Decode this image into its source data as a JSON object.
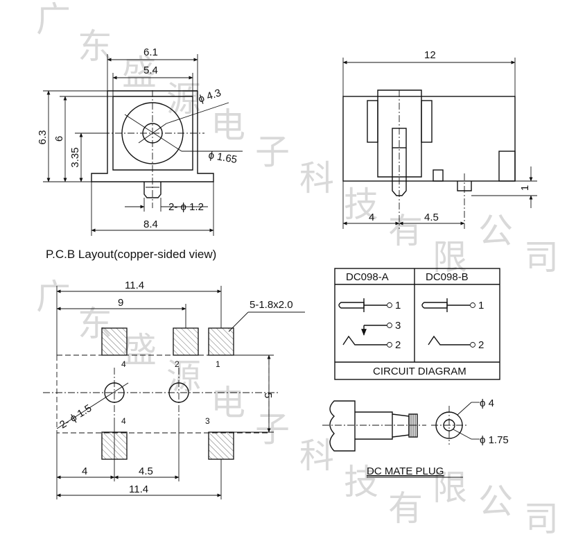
{
  "watermark": {
    "chars": [
      "广",
      "东",
      "盛",
      "源",
      "电",
      "子",
      "科",
      "技",
      "有",
      "限",
      "公",
      "司"
    ]
  },
  "front_view": {
    "dim_top_outer": "6.1",
    "dim_top_inner": "5.4",
    "dim_height_outer": "6.3",
    "dim_height_inner": "6",
    "dim_center_height": "3.35",
    "dim_bore_large": "ϕ 4.3",
    "dim_bore_small": "ϕ 1.65",
    "dim_pins": "2- ϕ 1.2",
    "dim_base_width": "8.4"
  },
  "side_view": {
    "dim_length": "12",
    "dim_pin1_offset": "4",
    "dim_pin2_offset": "4.5",
    "dim_pin_height": "1"
  },
  "pcb_layout": {
    "title": "P.C.B Layout(copper-sided view)",
    "dim_total_top": "11.4",
    "dim_inner_top": "9",
    "dim_pad": "5-1.8x2.0",
    "dim_row_spacing": "5",
    "dim_holes": "2- ϕ 1.5",
    "dim_bottom_left": "4",
    "dim_bottom_mid": "4.5",
    "dim_total_bottom": "11.4",
    "pad_labels": [
      "4",
      "2",
      "1",
      "4",
      "3"
    ]
  },
  "circuit_table": {
    "header_a": "DC098-A",
    "header_b": "DC098-B",
    "a_pins": [
      "1",
      "3",
      "2"
    ],
    "b_pins": [
      "1",
      "2"
    ],
    "caption": "CIRCUIT DIAGRAM"
  },
  "mate_plug": {
    "dim_outer": "ϕ 4",
    "dim_inner": "ϕ 1.75",
    "caption": "DC MATE PLUG"
  }
}
